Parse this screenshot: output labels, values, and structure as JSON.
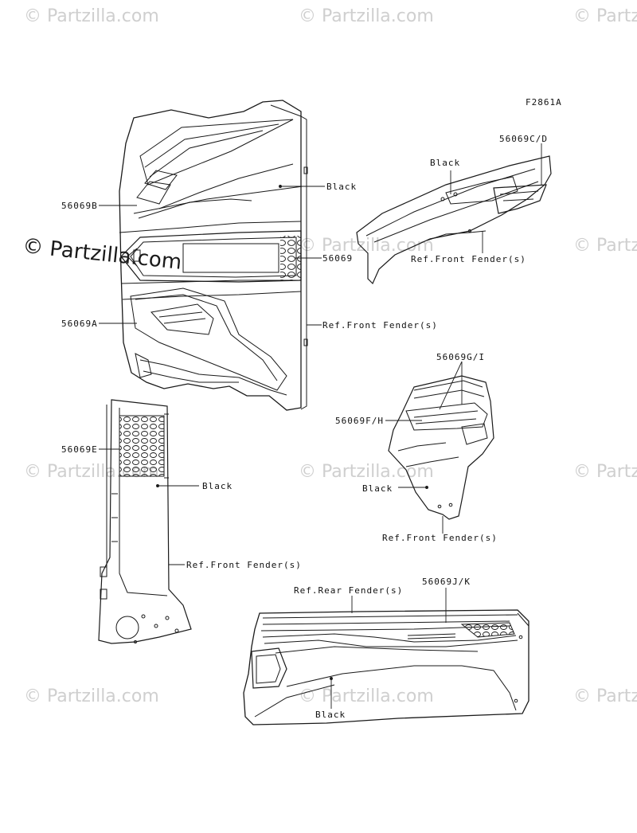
{
  "watermark": {
    "text": "© Partzilla.com",
    "main_text": "© Partzilla.com"
  },
  "figure_code": "F2861A",
  "labels": {
    "p56069CD": "56069C/D",
    "black_1": "Black",
    "black_2": "Black",
    "p56069B": "56069B",
    "p56069": "56069",
    "ref_front_1": "Ref.Front Fender(s)",
    "p56069A": "56069A",
    "ref_front_2": "Ref.Front Fender(s)",
    "p56069GI": "56069G/I",
    "p56069FH": "56069F/H",
    "p56069E": "56069E",
    "black_3": "Black",
    "black_4": "Black",
    "ref_front_3": "Ref.Front Fender(s)",
    "ref_front_4": "Ref.Front Fender(s)",
    "ref_rear": "Ref.Rear Fender(s)",
    "p56069JK": "56069J/K",
    "black_5": "Black"
  },
  "colors": {
    "line": "#1a1a1a",
    "watermark": "#cfcfcf"
  }
}
